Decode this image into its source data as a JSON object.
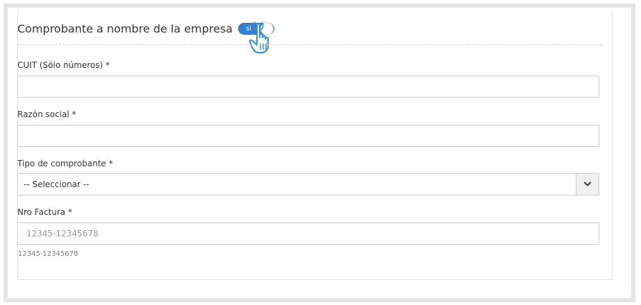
{
  "section": {
    "title": "Comprobante a nombre de la empresa",
    "toggle": {
      "label": "si",
      "state": "on",
      "color": "#2f7fd6"
    }
  },
  "fields": {
    "cuit": {
      "label": "CUIT (Sólo números) *",
      "value": "",
      "placeholder": ""
    },
    "razon_social": {
      "label": "Razón social *",
      "value": "",
      "placeholder": ""
    },
    "tipo_comprobante": {
      "label": "Tipo de comprobante *",
      "selected": "-- Seleccionar --"
    },
    "nro_factura": {
      "label": "Nro Factura *",
      "value": "",
      "placeholder": "12345-12345678",
      "help": "12345-12345678"
    }
  },
  "icons": {
    "cursor": "hand-pointer-icon",
    "dropdown": "chevron-down-icon"
  }
}
